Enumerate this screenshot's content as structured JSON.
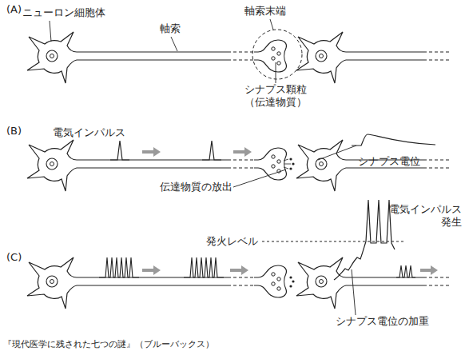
{
  "diagram": {
    "caption": "『現代医学に残された七つの謎』（ブルーバックス）",
    "labels": [
      "(A)",
      "ニューロン細胞体",
      "軸索",
      "軸索末端",
      "シナプス顆粒 （伝達物質）",
      "(B)",
      "電気インパルス",
      "シナプス電位",
      "伝達物質の放出",
      "(C)",
      "発火レベル",
      "電気インパルス 発生",
      "シナプス電位の加重"
    ]
  }
}
